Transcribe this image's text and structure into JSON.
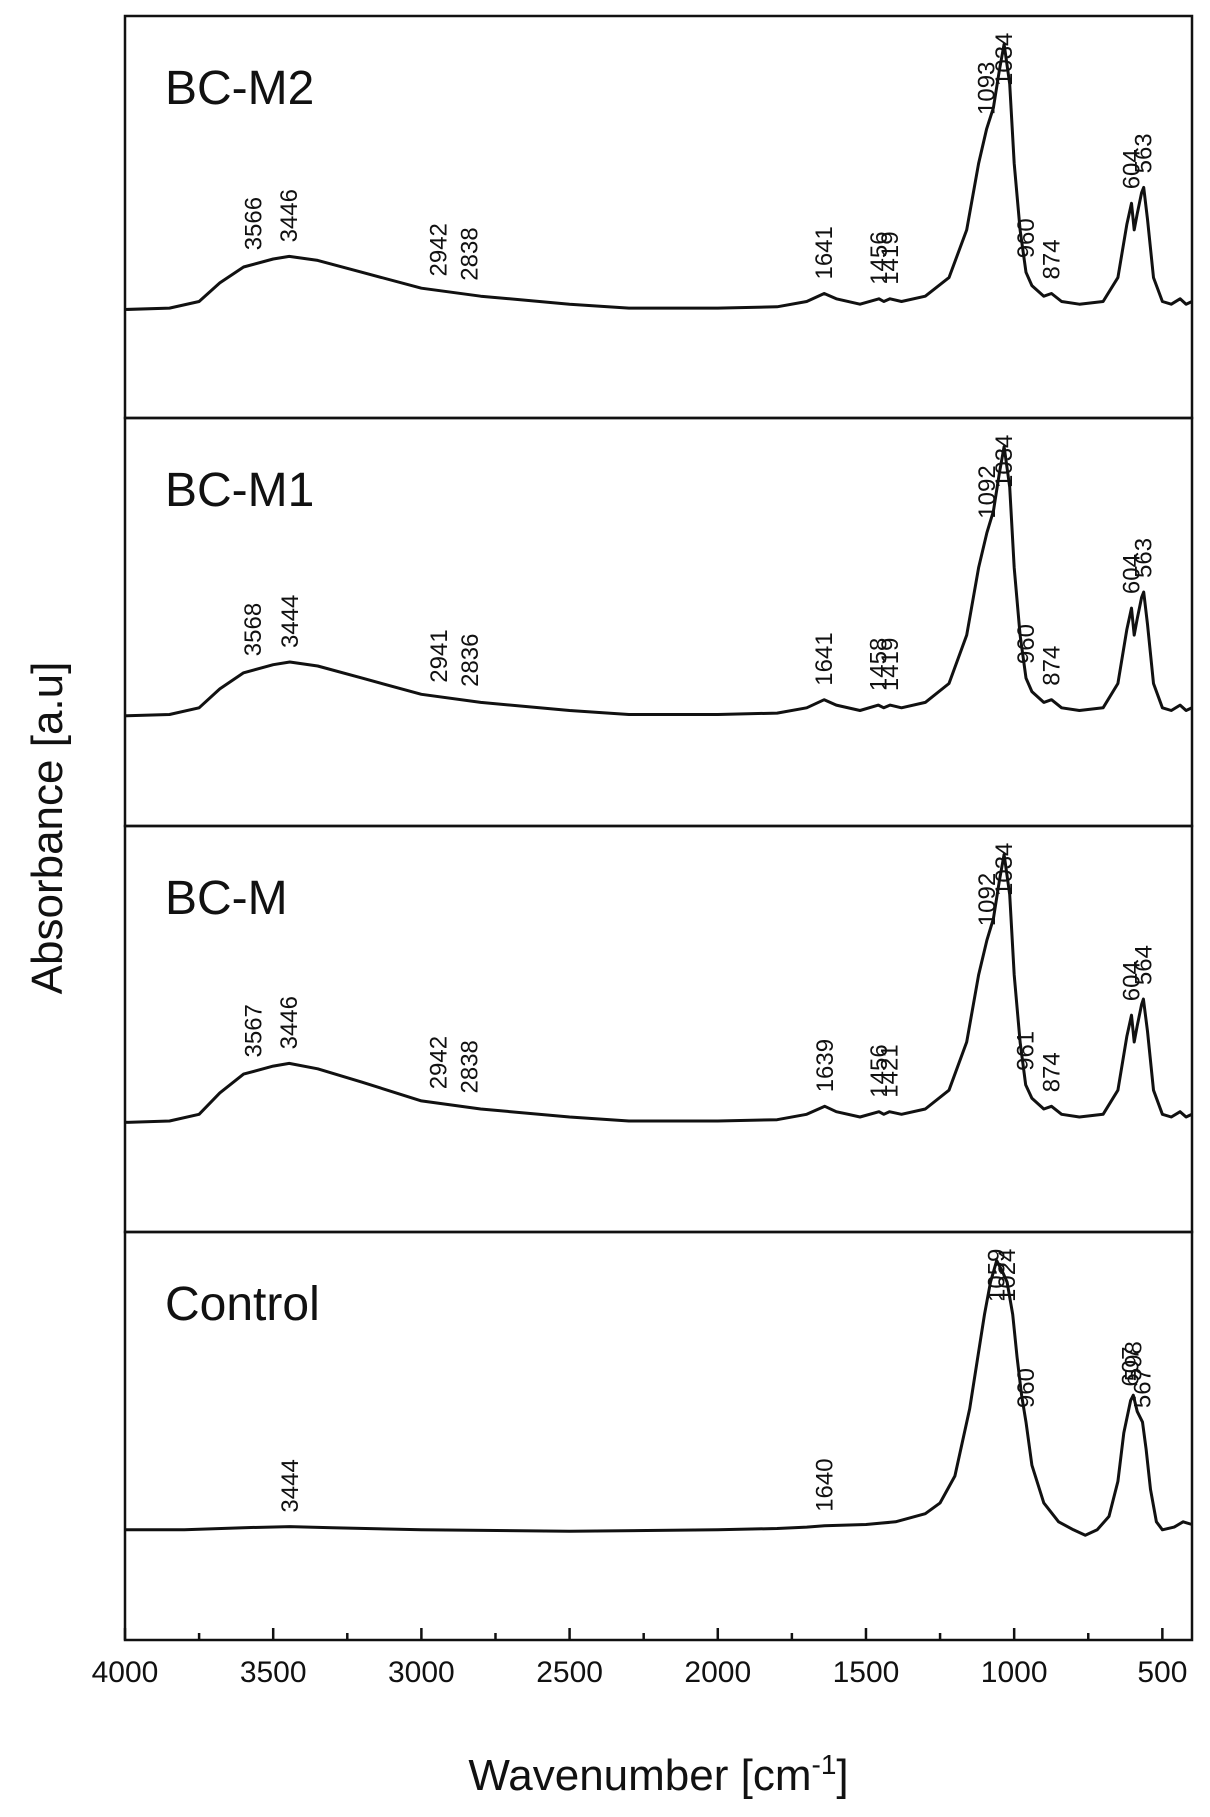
{
  "chart_data": {
    "type": "line",
    "xlabel": "Wavenumber [cm",
    "xlabel_superscript": "-1",
    "xlabel_suffix": "]",
    "ylabel": "Absorbance [a.u]",
    "xlim": [
      4000,
      400
    ],
    "x_ticks": [
      4000,
      3500,
      3000,
      2500,
      2000,
      1500,
      1000,
      500
    ],
    "x_tick_labels": [
      "4000",
      "3500",
      "3000",
      "2500",
      "2000",
      "1500",
      "1000",
      "500"
    ],
    "line_color": "#111111",
    "panels": [
      {
        "title": "BC-M2",
        "spectrum": [
          [
            4000,
            0.0
          ],
          [
            3850,
            0.005
          ],
          [
            3750,
            0.03
          ],
          [
            3680,
            0.1
          ],
          [
            3600,
            0.16
          ],
          [
            3500,
            0.19
          ],
          [
            3446,
            0.2
          ],
          [
            3350,
            0.185
          ],
          [
            3200,
            0.14
          ],
          [
            3000,
            0.08
          ],
          [
            2800,
            0.05
          ],
          [
            2500,
            0.02
          ],
          [
            2300,
            0.005
          ],
          [
            2000,
            0.005
          ],
          [
            1800,
            0.01
          ],
          [
            1700,
            0.03
          ],
          [
            1641,
            0.06
          ],
          [
            1600,
            0.04
          ],
          [
            1520,
            0.02
          ],
          [
            1456,
            0.04
          ],
          [
            1440,
            0.03
          ],
          [
            1419,
            0.04
          ],
          [
            1380,
            0.03
          ],
          [
            1300,
            0.05
          ],
          [
            1220,
            0.12
          ],
          [
            1160,
            0.3
          ],
          [
            1120,
            0.55
          ],
          [
            1093,
            0.68
          ],
          [
            1070,
            0.76
          ],
          [
            1050,
            0.9
          ],
          [
            1034,
            1.0
          ],
          [
            1015,
            0.85
          ],
          [
            1000,
            0.55
          ],
          [
            980,
            0.3
          ],
          [
            960,
            0.14
          ],
          [
            940,
            0.09
          ],
          [
            900,
            0.05
          ],
          [
            874,
            0.06
          ],
          [
            840,
            0.03
          ],
          [
            780,
            0.02
          ],
          [
            700,
            0.03
          ],
          [
            650,
            0.12
          ],
          [
            620,
            0.32
          ],
          [
            604,
            0.4
          ],
          [
            595,
            0.3
          ],
          [
            585,
            0.36
          ],
          [
            570,
            0.44
          ],
          [
            563,
            0.46
          ],
          [
            550,
            0.34
          ],
          [
            530,
            0.12
          ],
          [
            500,
            0.03
          ],
          [
            470,
            0.02
          ],
          [
            440,
            0.04
          ],
          [
            420,
            0.02
          ],
          [
            400,
            0.03
          ]
        ],
        "peaks": [
          {
            "label": "3566",
            "x": 3566
          },
          {
            "label": "3446",
            "x": 3446
          },
          {
            "label": "2942",
            "x": 2942
          },
          {
            "label": "2838",
            "x": 2838
          },
          {
            "label": "1641",
            "x": 1641
          },
          {
            "label": "1456",
            "x": 1456
          },
          {
            "label": "1419",
            "x": 1419
          },
          {
            "label": "1093",
            "x": 1093
          },
          {
            "label": "1034",
            "x": 1034
          },
          {
            "label": "960",
            "x": 960
          },
          {
            "label": "874",
            "x": 874
          },
          {
            "label": "604",
            "x": 604
          },
          {
            "label": "563",
            "x": 563
          }
        ]
      },
      {
        "title": "BC-M1",
        "spectrum": [
          [
            4000,
            0.0
          ],
          [
            3850,
            0.005
          ],
          [
            3750,
            0.03
          ],
          [
            3680,
            0.1
          ],
          [
            3600,
            0.16
          ],
          [
            3500,
            0.19
          ],
          [
            3444,
            0.2
          ],
          [
            3350,
            0.185
          ],
          [
            3200,
            0.14
          ],
          [
            3000,
            0.08
          ],
          [
            2800,
            0.05
          ],
          [
            2500,
            0.02
          ],
          [
            2300,
            0.005
          ],
          [
            2000,
            0.005
          ],
          [
            1800,
            0.01
          ],
          [
            1700,
            0.03
          ],
          [
            1641,
            0.06
          ],
          [
            1600,
            0.04
          ],
          [
            1520,
            0.02
          ],
          [
            1458,
            0.04
          ],
          [
            1440,
            0.03
          ],
          [
            1419,
            0.04
          ],
          [
            1380,
            0.03
          ],
          [
            1300,
            0.05
          ],
          [
            1220,
            0.12
          ],
          [
            1160,
            0.3
          ],
          [
            1120,
            0.55
          ],
          [
            1092,
            0.68
          ],
          [
            1070,
            0.76
          ],
          [
            1050,
            0.9
          ],
          [
            1034,
            1.0
          ],
          [
            1015,
            0.85
          ],
          [
            1000,
            0.55
          ],
          [
            980,
            0.3
          ],
          [
            960,
            0.14
          ],
          [
            940,
            0.09
          ],
          [
            900,
            0.05
          ],
          [
            874,
            0.06
          ],
          [
            840,
            0.03
          ],
          [
            780,
            0.02
          ],
          [
            700,
            0.03
          ],
          [
            650,
            0.12
          ],
          [
            620,
            0.32
          ],
          [
            604,
            0.4
          ],
          [
            595,
            0.3
          ],
          [
            585,
            0.36
          ],
          [
            570,
            0.44
          ],
          [
            563,
            0.46
          ],
          [
            550,
            0.34
          ],
          [
            530,
            0.12
          ],
          [
            500,
            0.03
          ],
          [
            470,
            0.02
          ],
          [
            440,
            0.04
          ],
          [
            420,
            0.02
          ],
          [
            400,
            0.03
          ]
        ],
        "peaks": [
          {
            "label": "3568",
            "x": 3568
          },
          {
            "label": "3444",
            "x": 3444
          },
          {
            "label": "2941",
            "x": 2941
          },
          {
            "label": "2836",
            "x": 2836
          },
          {
            "label": "1641",
            "x": 1641
          },
          {
            "label": "1458",
            "x": 1458
          },
          {
            "label": "1419",
            "x": 1419
          },
          {
            "label": "1092",
            "x": 1092
          },
          {
            "label": "1034",
            "x": 1034
          },
          {
            "label": "960",
            "x": 960
          },
          {
            "label": "874",
            "x": 874
          },
          {
            "label": "604",
            "x": 604
          },
          {
            "label": "563",
            "x": 563
          }
        ]
      },
      {
        "title": "BC-M",
        "spectrum": [
          [
            4000,
            0.0
          ],
          [
            3850,
            0.005
          ],
          [
            3750,
            0.03
          ],
          [
            3680,
            0.11
          ],
          [
            3600,
            0.18
          ],
          [
            3500,
            0.21
          ],
          [
            3446,
            0.22
          ],
          [
            3350,
            0.2
          ],
          [
            3200,
            0.15
          ],
          [
            3000,
            0.08
          ],
          [
            2800,
            0.05
          ],
          [
            2500,
            0.02
          ],
          [
            2300,
            0.005
          ],
          [
            2000,
            0.005
          ],
          [
            1800,
            0.01
          ],
          [
            1700,
            0.03
          ],
          [
            1639,
            0.06
          ],
          [
            1600,
            0.04
          ],
          [
            1520,
            0.02
          ],
          [
            1456,
            0.04
          ],
          [
            1440,
            0.03
          ],
          [
            1421,
            0.04
          ],
          [
            1380,
            0.03
          ],
          [
            1300,
            0.05
          ],
          [
            1220,
            0.12
          ],
          [
            1160,
            0.3
          ],
          [
            1120,
            0.55
          ],
          [
            1092,
            0.68
          ],
          [
            1070,
            0.76
          ],
          [
            1050,
            0.9
          ],
          [
            1034,
            1.0
          ],
          [
            1015,
            0.85
          ],
          [
            1000,
            0.55
          ],
          [
            980,
            0.3
          ],
          [
            961,
            0.14
          ],
          [
            940,
            0.09
          ],
          [
            900,
            0.05
          ],
          [
            874,
            0.06
          ],
          [
            840,
            0.03
          ],
          [
            780,
            0.02
          ],
          [
            700,
            0.03
          ],
          [
            650,
            0.12
          ],
          [
            620,
            0.32
          ],
          [
            604,
            0.4
          ],
          [
            595,
            0.3
          ],
          [
            585,
            0.36
          ],
          [
            570,
            0.44
          ],
          [
            564,
            0.46
          ],
          [
            550,
            0.34
          ],
          [
            530,
            0.12
          ],
          [
            500,
            0.03
          ],
          [
            470,
            0.02
          ],
          [
            440,
            0.04
          ],
          [
            420,
            0.02
          ],
          [
            400,
            0.03
          ]
        ],
        "peaks": [
          {
            "label": "3567",
            "x": 3567
          },
          {
            "label": "3446",
            "x": 3446
          },
          {
            "label": "2942",
            "x": 2942
          },
          {
            "label": "2838",
            "x": 2838
          },
          {
            "label": "1639",
            "x": 1639
          },
          {
            "label": "1456",
            "x": 1456
          },
          {
            "label": "1421",
            "x": 1421
          },
          {
            "label": "1092",
            "x": 1092
          },
          {
            "label": "1034",
            "x": 1034
          },
          {
            "label": "961",
            "x": 961
          },
          {
            "label": "874",
            "x": 874
          },
          {
            "label": "604",
            "x": 604
          },
          {
            "label": "564",
            "x": 564
          }
        ]
      },
      {
        "title": "Control",
        "spectrum": [
          [
            4000,
            0.0
          ],
          [
            3800,
            0.0
          ],
          [
            3600,
            0.008
          ],
          [
            3444,
            0.012
          ],
          [
            3300,
            0.008
          ],
          [
            3000,
            0.0
          ],
          [
            2500,
            -0.005
          ],
          [
            2000,
            0.0
          ],
          [
            1800,
            0.005
          ],
          [
            1700,
            0.01
          ],
          [
            1640,
            0.015
          ],
          [
            1500,
            0.02
          ],
          [
            1400,
            0.03
          ],
          [
            1300,
            0.06
          ],
          [
            1250,
            0.1
          ],
          [
            1200,
            0.2
          ],
          [
            1150,
            0.45
          ],
          [
            1100,
            0.8
          ],
          [
            1080,
            0.92
          ],
          [
            1059,
            1.0
          ],
          [
            1040,
            0.96
          ],
          [
            1024,
            0.92
          ],
          [
            1005,
            0.8
          ],
          [
            990,
            0.64
          ],
          [
            975,
            0.5
          ],
          [
            960,
            0.4
          ],
          [
            940,
            0.24
          ],
          [
            900,
            0.1
          ],
          [
            850,
            0.03
          ],
          [
            800,
            0.0
          ],
          [
            760,
            -0.02
          ],
          [
            720,
            0.0
          ],
          [
            680,
            0.05
          ],
          [
            650,
            0.18
          ],
          [
            630,
            0.36
          ],
          [
            607,
            0.48
          ],
          [
            598,
            0.5
          ],
          [
            585,
            0.44
          ],
          [
            567,
            0.4
          ],
          [
            555,
            0.3
          ],
          [
            540,
            0.15
          ],
          [
            520,
            0.03
          ],
          [
            500,
            0.0
          ],
          [
            460,
            0.01
          ],
          [
            430,
            0.03
          ],
          [
            400,
            0.02
          ]
        ],
        "peaks": [
          {
            "label": "3444",
            "x": 3444
          },
          {
            "label": "1640",
            "x": 1640
          },
          {
            "label": "1059",
            "x": 1059
          },
          {
            "label": "1024",
            "x": 1024
          },
          {
            "label": "960",
            "x": 960
          },
          {
            "label": "607",
            "x": 607
          },
          {
            "label": "598",
            "x": 598
          },
          {
            "label": "567",
            "x": 567
          }
        ]
      }
    ]
  }
}
